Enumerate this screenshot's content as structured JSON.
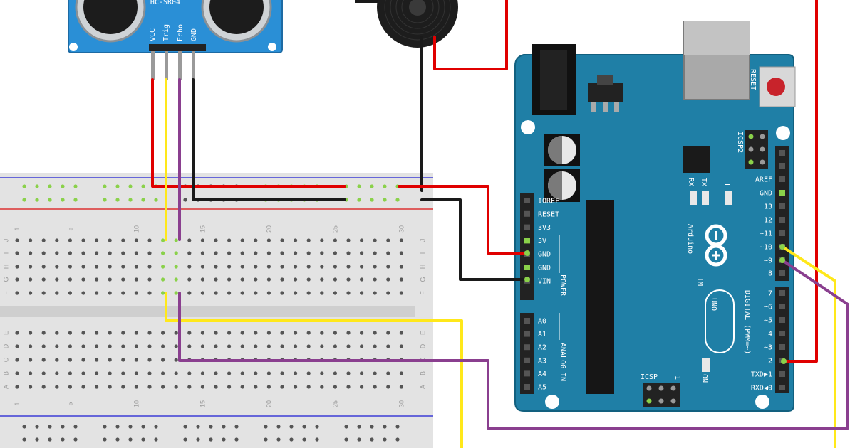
{
  "sensor": {
    "pins": [
      "VCC",
      "Trig",
      "Echo",
      "GND"
    ],
    "partial_label": "HC-SR04"
  },
  "breadboard": {
    "column_numbers": [
      "1",
      "5",
      "10",
      "15",
      "20",
      "25",
      "30"
    ],
    "row_letters_top": [
      "J",
      "I",
      "H",
      "G",
      "F"
    ],
    "row_letters_bottom": [
      "E",
      "D",
      "C",
      "B",
      "A"
    ]
  },
  "arduino": {
    "logo_text": "Arduino",
    "tm": "TM",
    "uno_text": "UNO",
    "reset_label": "RESET",
    "icsp2_label": "ICSP2",
    "icsp_label": "ICSP",
    "icsp_pin1": "1",
    "on_label": "ON",
    "l_label": "L",
    "tx_label": "TX",
    "rx_label": "RX",
    "power_header": [
      "IOREF",
      "RESET",
      "3V3",
      "5V",
      "GND",
      "GND",
      "VIN"
    ],
    "power_title": "POWER",
    "analog_header": [
      "A0",
      "A1",
      "A2",
      "A3",
      "A4",
      "A5"
    ],
    "analog_title": "ANALOG IN",
    "digital_header": [
      "AREF",
      "GND",
      "13",
      "12",
      "~11",
      "~10",
      "~9",
      "8",
      "7",
      "~6",
      "~5",
      "4",
      "~3",
      "2",
      "TXD▶1",
      "RXD◀0"
    ],
    "digital_title": "DIGITAL (PWM=~)"
  },
  "colors": {
    "board": "#1f7fa6",
    "board_dark": "#12607f",
    "breadboard": "#e3e3e3",
    "sensor": "#2a8fd6",
    "wire_red": "#e00000",
    "wire_black": "#1a1a1a",
    "wire_yellow": "#ffe81a",
    "wire_purple": "#8a3f8f"
  }
}
